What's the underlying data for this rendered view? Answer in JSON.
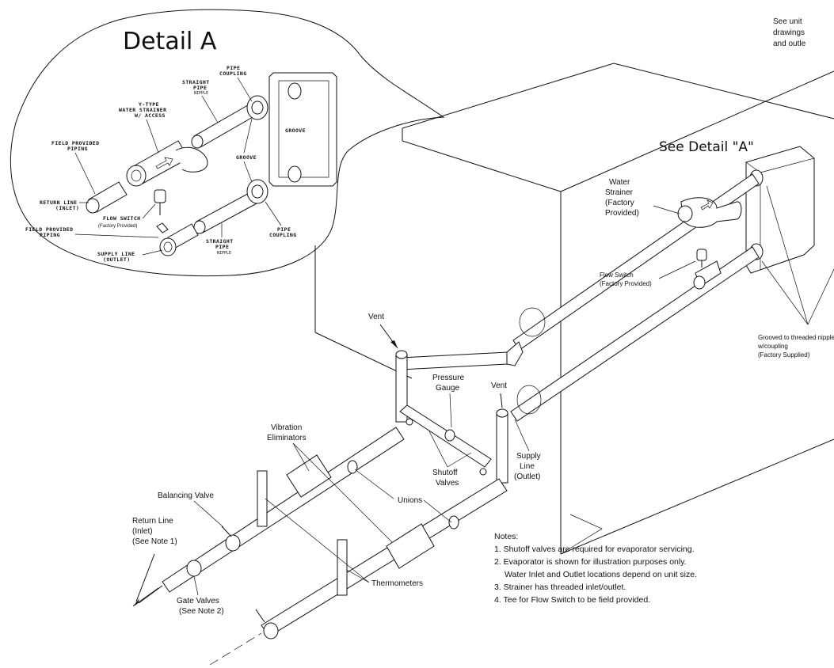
{
  "top_note": {
    "lines": [
      "See unit",
      "drawings",
      "and outle"
    ]
  },
  "detail": {
    "title": "Detail A",
    "labels": {
      "pipe_coupling_top": [
        "PIPE",
        "COUPLING"
      ],
      "straight_pipe_top": [
        "STRAIGHT",
        "PIPE",
        "NIPPLE"
      ],
      "strainer": [
        "Y-TYPE",
        "WATER STRAINER",
        "W/ ACCESS"
      ],
      "field_piping_top": [
        "FIELD PROVIDED",
        "PIPING"
      ],
      "groove_right": "GROOVE",
      "groove_mid": "GROOVE",
      "return_line": [
        "RETURN LINE",
        "(INLET)"
      ],
      "flow_switch": [
        "FLOW SWITCH",
        "(Factory Provided)"
      ],
      "field_piping_bottom": [
        "FIELD PROVIDED",
        "PIPING"
      ],
      "supply_line": [
        "SUPPLY LINE",
        "(OUTLET)"
      ],
      "straight_pipe_bottom": [
        "STRAIGHT",
        "PIPE",
        "NIPPLE"
      ],
      "pipe_coupling_bottom": [
        "PIPE",
        "COUPLING"
      ]
    }
  },
  "main": {
    "see_detail": "See Detail \"A\"",
    "water_strainer": [
      "Water",
      "Strainer",
      "(Factory",
      "Provided)"
    ],
    "flow_switch": [
      "Flow Switch",
      "(Factory Provided)"
    ],
    "grooved": [
      "Grooved to threaded nipple",
      "w/coupling",
      "(Factory Supplied)"
    ],
    "vent_left": "Vent",
    "vent_right": "Vent",
    "pressure_gauge": [
      "Pressure",
      "Gauge"
    ],
    "vibration": [
      "Vibration",
      "Eliminators"
    ],
    "shutoff": [
      "Shutoff",
      "Valves"
    ],
    "supply_line": [
      "Supply",
      "Line",
      "(Outlet)"
    ],
    "unions": "Unions",
    "balancing_valve": "Balancing Valve",
    "return_line": [
      "Return Line",
      "(Inlet)",
      "(See Note 1)"
    ],
    "gate_valves": [
      "Gate Valves",
      "(See Note 2)"
    ],
    "thermometers": "Thermometers"
  },
  "notes": {
    "heading": "Notes:",
    "items": [
      "1. Shutoff valves are required for evaporator servicing.",
      "2. Evaporator is shown for illustration purposes only.",
      "Water Inlet and Outlet locations depend on unit size.",
      "3. Strainer has threaded inlet/outlet.",
      "4. Tee for Flow Switch to be field provided."
    ]
  }
}
